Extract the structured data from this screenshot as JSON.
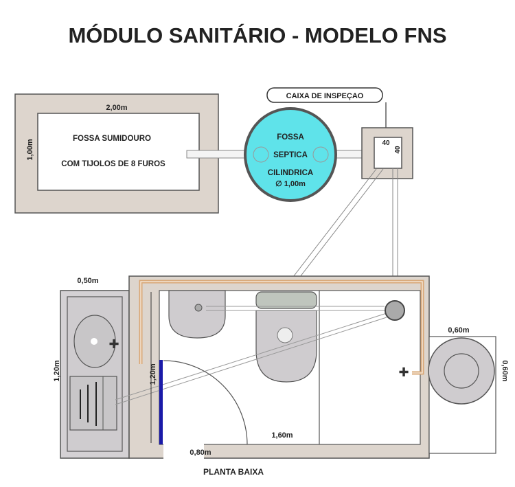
{
  "title": "MÓDULO SANITÁRIO - MODELO FNS",
  "sumidouro": {
    "width_label": "2,00m",
    "height_label": "1,00m",
    "line1": "FOSSA SUMIDOURO",
    "line2": "COM TIJOLOS DE 8 FUROS"
  },
  "septica": {
    "line1": "FOSSA",
    "line2": "SEPTICA",
    "line3": "CILINDRICA",
    "diameter": "∅ 1,00m"
  },
  "caixa": {
    "label": "CAIXA DE INSPEÇAO",
    "width": "40",
    "height": "40"
  },
  "planta": {
    "annex_width": "0,50m",
    "annex_height": "1,20m",
    "door_height": "1,20m",
    "room_width": "1,60m",
    "door_width": "0,80m",
    "shower_width": "0,60m",
    "shower_height": "0,60m",
    "caption": "PLANTA BAIXA"
  },
  "colors": {
    "septic_fill": "#5fe3ea",
    "wall": "#ddd5cd",
    "pipe": "#d9a877",
    "door": "#1a1aa8"
  }
}
